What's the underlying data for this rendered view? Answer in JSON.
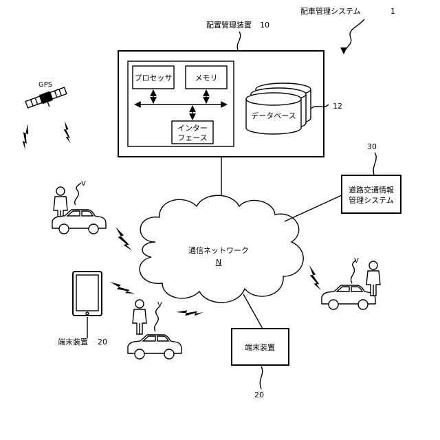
{
  "system": {
    "label": "配車管理システム",
    "ref": "1"
  },
  "management_device": {
    "label": "配置管理装置",
    "ref": "10",
    "processor": "プロセッサ",
    "memory": "メモリ",
    "interface": [
      "インター",
      "フェース"
    ],
    "database": "データベース",
    "database_ref": "12"
  },
  "gps": {
    "label": "GPS"
  },
  "network": {
    "label": "通信ネットワーク",
    "ref": "N"
  },
  "traffic_system": {
    "lines": [
      "道路交通情報",
      "管理システム"
    ],
    "ref": "30"
  },
  "terminal_left": {
    "label": "端末装置",
    "ref": "20"
  },
  "terminal_bottom": {
    "label": "端末装置",
    "ref": "20"
  },
  "vehicles": [
    {
      "ref": "V"
    },
    {
      "ref": "V"
    },
    {
      "ref": "V"
    }
  ]
}
